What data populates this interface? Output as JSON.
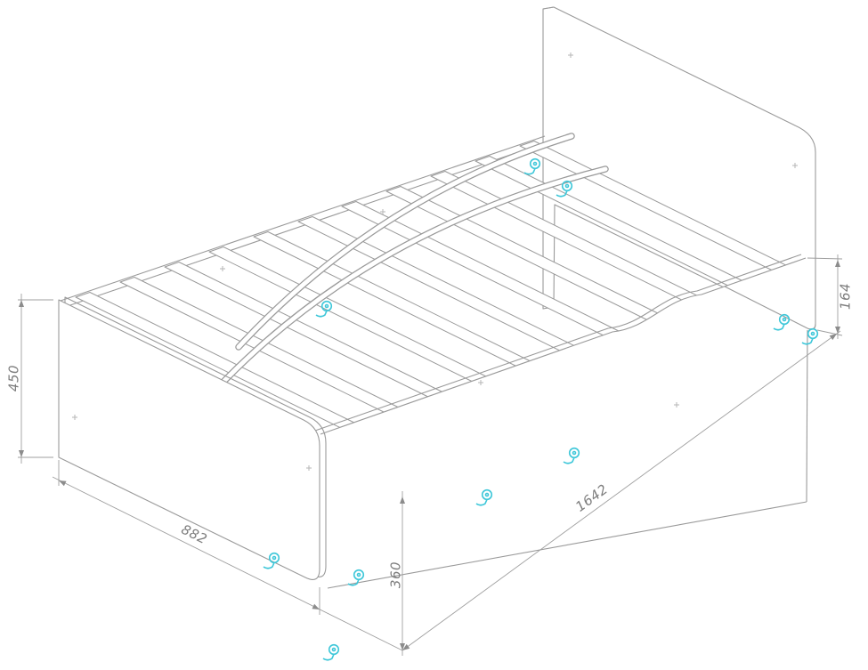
{
  "drawing": {
    "type": "furniture-assembly-isometric-view",
    "subject": "toddler bed frame with slatted base, two bent guard arcs, headboard, footboard and curved side rail",
    "style": {
      "background": "#ffffff",
      "line_color": "#9a9a9a",
      "panel_fill": "#ffffff",
      "dimension_text_color": "#7d7d7d",
      "fitting_accent_color": "#3ec7d9"
    },
    "dimensions": {
      "footboard_height": "450",
      "bed_width": "882",
      "side_panel_height": "360",
      "bed_length": "1642",
      "headboard_overhang": "164"
    },
    "fittings": {
      "icon": "cam-lock-fitting-icon",
      "count": 10
    },
    "slat_count": 11
  }
}
